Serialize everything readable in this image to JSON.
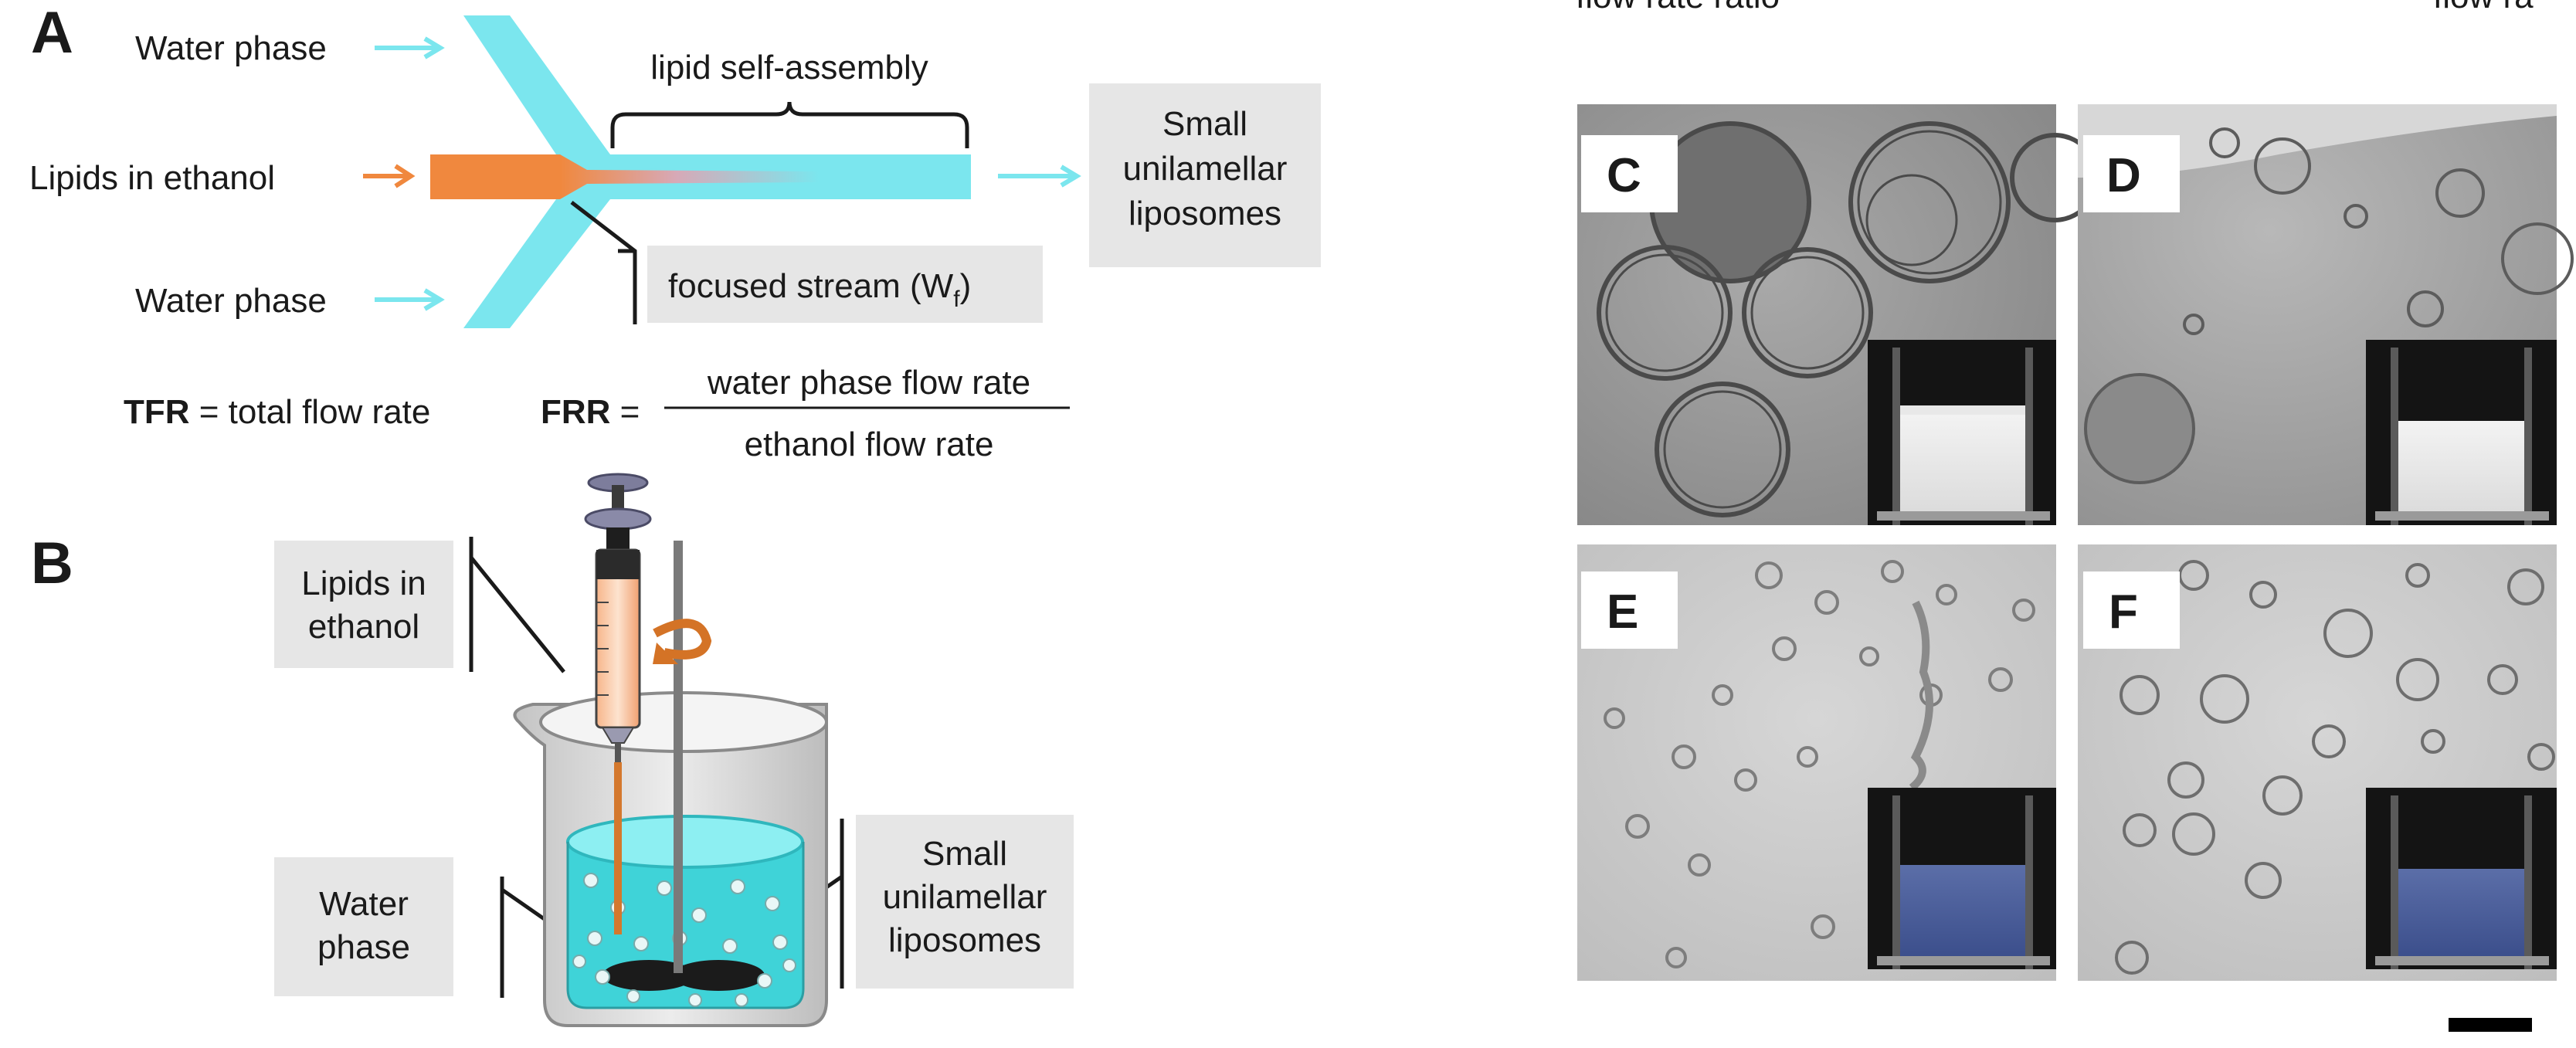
{
  "panel_a": {
    "label": "A",
    "water_top": "Water phase",
    "lipids": "Lipids in ethanol",
    "water_bottom": "Water phase",
    "self_assembly": "lipid self-assembly",
    "product_line1": "Small",
    "product_line2": "unilamellar",
    "product_line3": "liposomes",
    "focused_stream": "focused stream (W",
    "focused_sub": "f",
    "focused_close": ")",
    "tfr_abbr": "TFR",
    "tfr_rest": " = total flow rate",
    "frr_abbr": "FRR",
    "frr_eq": " =",
    "frr_numerator": "water phase flow rate",
    "frr_denominator": "ethanol flow rate"
  },
  "panel_b": {
    "label": "B",
    "lipids_line1": "Lipids in",
    "lipids_line2": "ethanol",
    "water_line1": "Water",
    "water_line2": "phase",
    "product_line1": "Small",
    "product_line2": "unilamellar",
    "product_line3": "liposomes"
  },
  "micrographs": {
    "top_cut_text_left": "flow rate ratio",
    "top_cut_text_right": "flow ra",
    "panels": [
      {
        "label": "C",
        "vial": "milky"
      },
      {
        "label": "D",
        "vial": "milky"
      },
      {
        "label": "E",
        "vial": "blue"
      },
      {
        "label": "F",
        "vial": "blue"
      }
    ]
  },
  "colors": {
    "water_channel": "#7be6ee",
    "ethanol_channel": "#f0883e",
    "label_box": "#e6e6e6",
    "beaker_liquid": "#3fd3d8",
    "micrograph_gray": "#9d9d9d",
    "micrograph_light": "#c8c8c8"
  }
}
